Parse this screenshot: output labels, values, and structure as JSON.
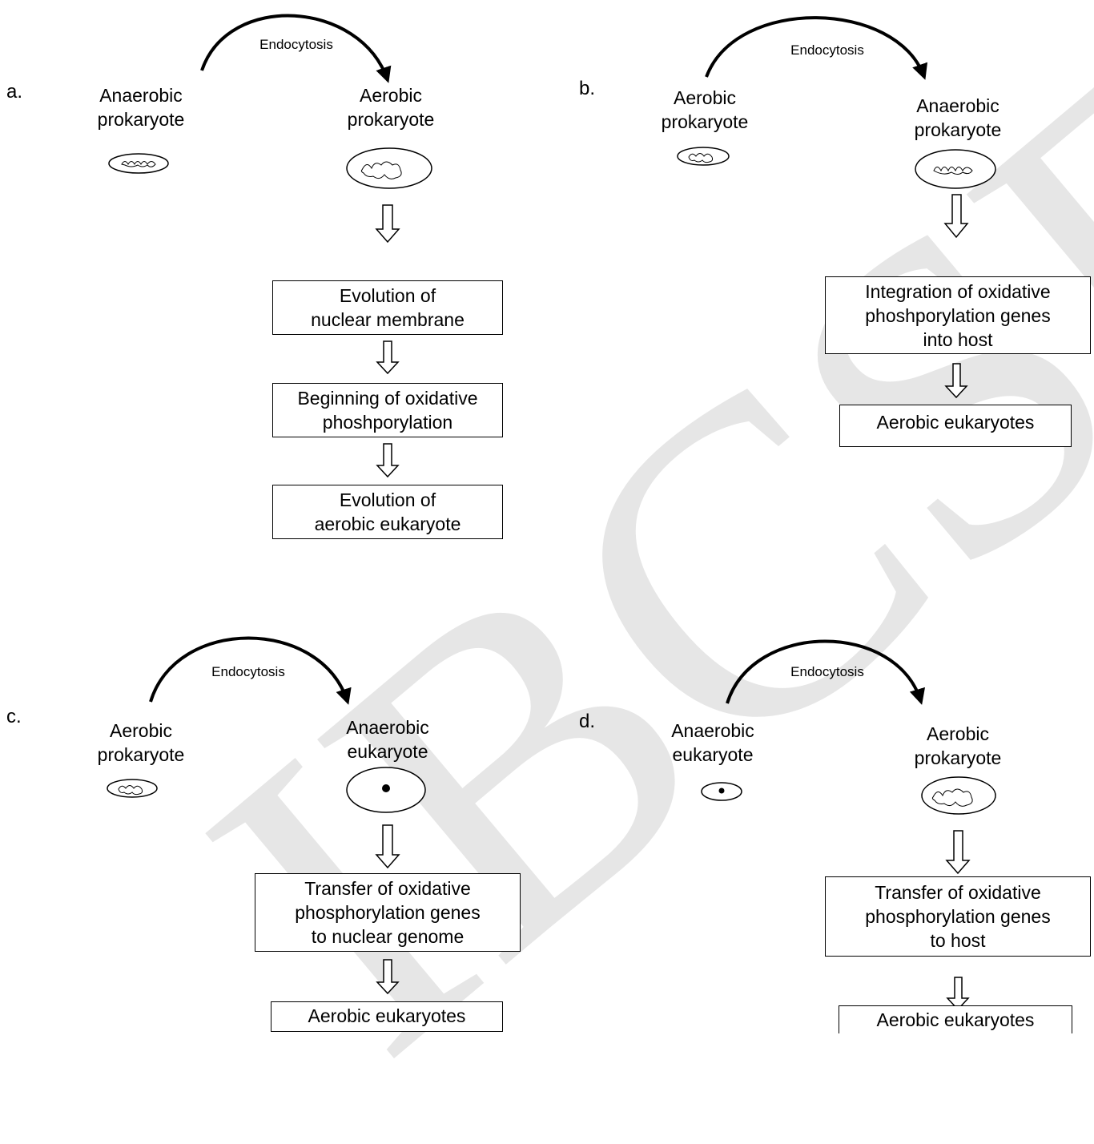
{
  "watermark": "IBCSE",
  "panels": [
    {
      "id": "a",
      "label": "a.",
      "arrow_label": "Endocytosis",
      "cell_left": "Anaerobic\nprokaryote",
      "cell_right": "Aerobic\nprokaryote",
      "boxes": [
        "Evolution of\nnuclear membrane",
        "Beginning of oxidative\nphoshporylation",
        "Evolution of\naerobic eukaryote"
      ]
    },
    {
      "id": "b",
      "label": "b.",
      "arrow_label": "Endocytosis",
      "cell_left": "Aerobic\nprokaryote",
      "cell_right": "Anaerobic\nprokaryote",
      "boxes": [
        "Integration of oxidative\nphoshporylation genes\ninto host",
        "Aerobic eukaryotes"
      ]
    },
    {
      "id": "c",
      "label": "c.",
      "arrow_label": "Endocytosis",
      "cell_left": "Aerobic\nprokaryote",
      "cell_right": "Anaerobic\neukaryote",
      "boxes": [
        "Transfer of oxidative\nphosphorylation genes\nto nuclear genome",
        "Aerobic eukaryotes"
      ]
    },
    {
      "id": "d",
      "label": "d.",
      "arrow_label": "Endocytosis",
      "cell_left": "Anaerobic\neukaryote",
      "cell_right": "Aerobic\nprokaryote",
      "boxes": [
        "Transfer of oxidative\nphosphorylation genes\nto host",
        "Aerobic eukaryotes"
      ]
    }
  ]
}
